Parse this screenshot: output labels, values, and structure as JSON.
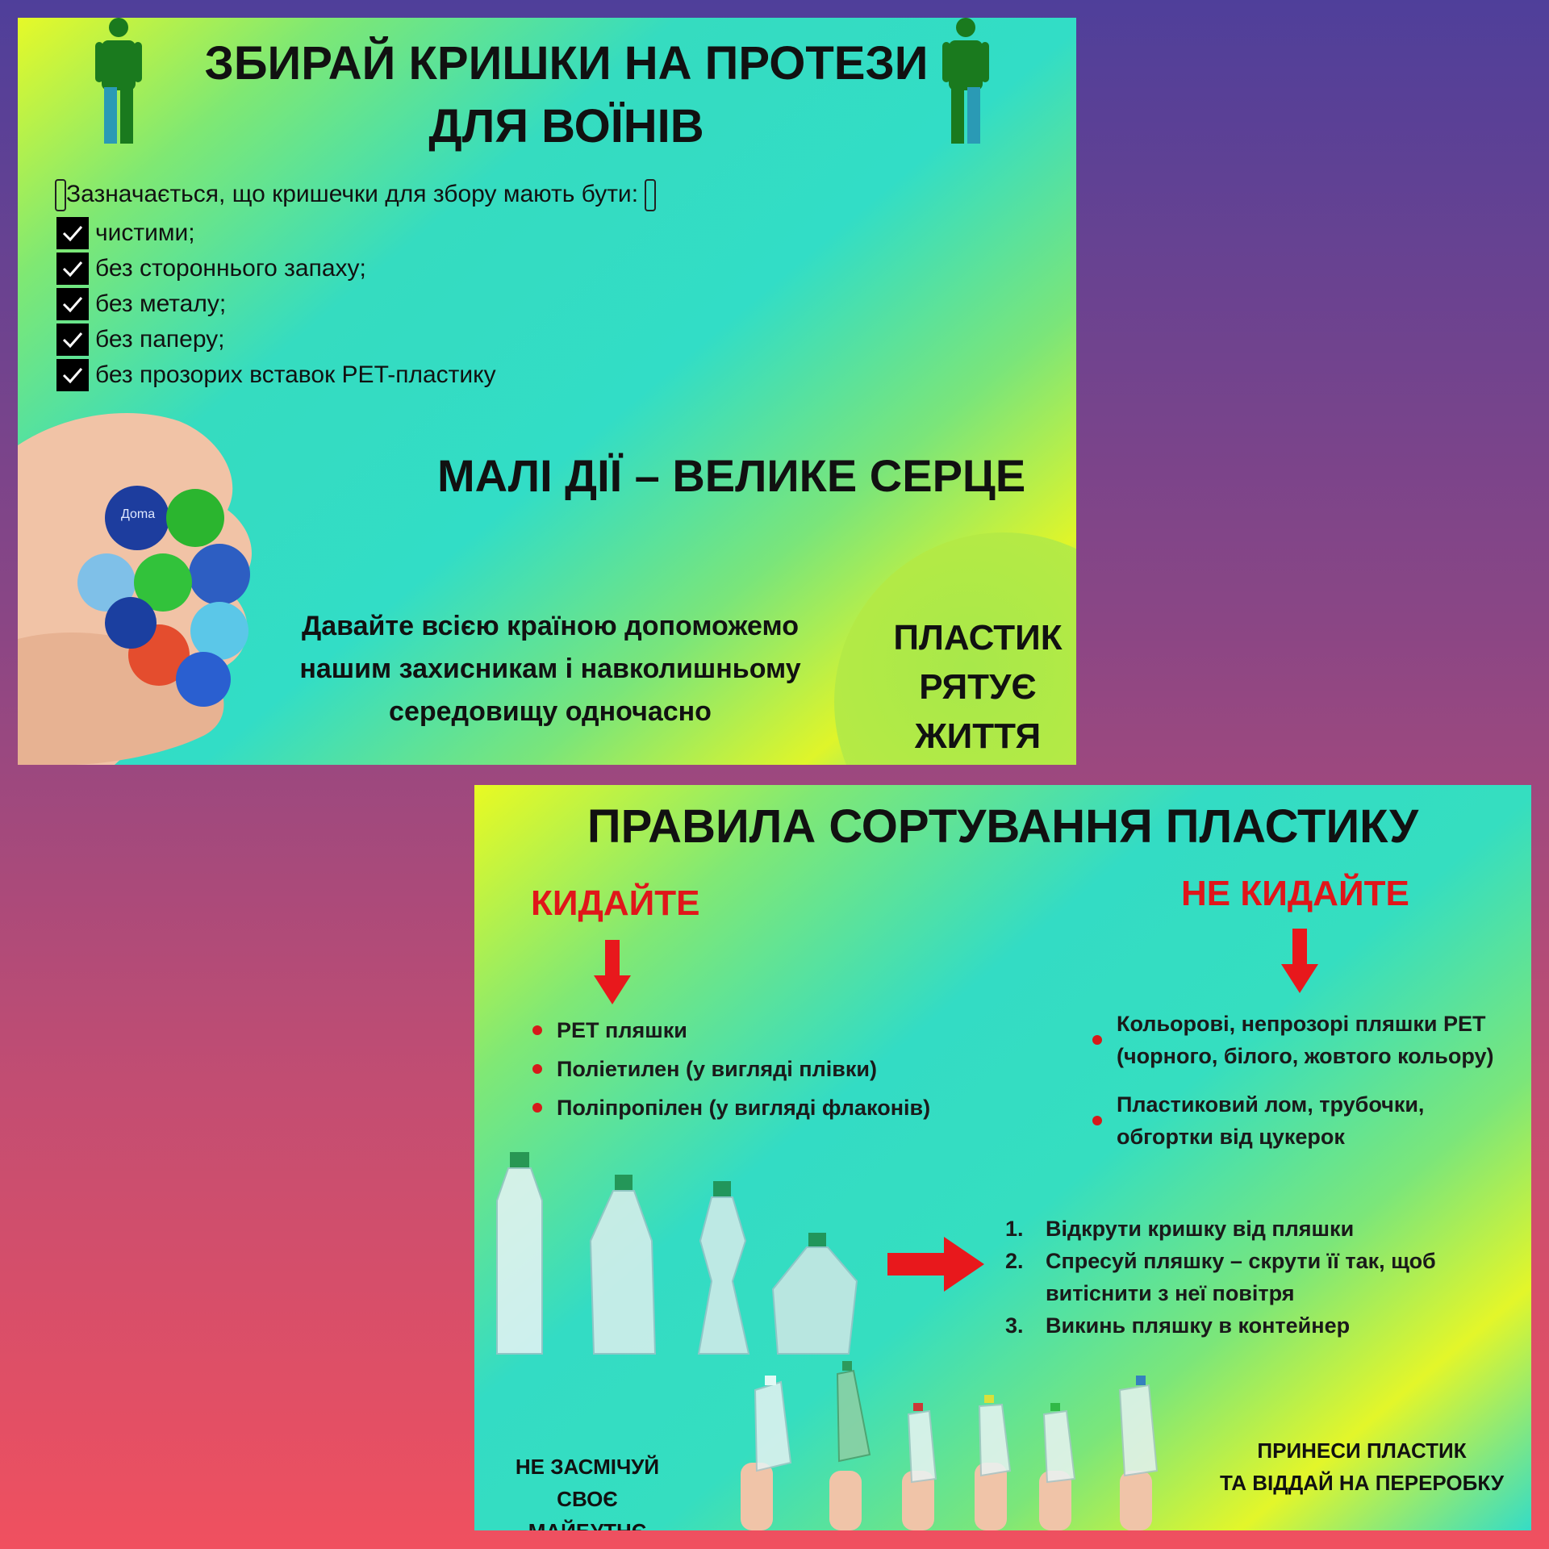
{
  "slide1": {
    "title": "ЗБИРАЙ КРИШКИ НА ПРОТЕЗИ ДЛЯ ВОЇНІВ",
    "intro": "Зазначається, що кришечки для збору мають бути:",
    "requirements": [
      "чистими;",
      "без стороннього запаху;",
      "без металу;",
      "без паперу;",
      "без прозорих вставок PET-пластику"
    ],
    "slogan": "МАЛІ ДІЇ – ВЕЛИКЕ СЕРЦЕ",
    "appeal": "Давайте всією країною допоможемо нашим захисникам і навколишньому середовищу одночасно",
    "plastic_saves": [
      "ПЛАСТИК",
      "РЯТУЄ",
      "ЖИТТЯ"
    ],
    "cap_label": "Доma"
  },
  "slide2": {
    "title": "ПРАВИЛА СОРТУВАННЯ ПЛАСТИКУ",
    "throw_heading": "КИДАЙТЕ",
    "no_throw_heading": "НЕ КИДАЙТЕ",
    "throw_items": [
      "PET пляшки",
      "Поліетилен (у вигляді плівки)",
      "Поліпропілен (у вигляді флаконів)"
    ],
    "no_throw_items": [
      [
        "Кольорові, непрозорі пляшки PET",
        "(чорного, білого, жовтого кольору)"
      ],
      [
        "Пластиковий лом, трубочки,",
        "обгортки від цукерок"
      ]
    ],
    "steps": [
      {
        "num": "1.",
        "text": "Відкрути кришку від пляшки"
      },
      {
        "num": "2.",
        "text": "Спресуй пляшку – скрути її так, щоб витіснити з неї повітря"
      },
      {
        "num": "3.",
        "text": "Викинь пляшку в контейнер"
      }
    ],
    "bottom_left": [
      "НЕ ЗАСМІЧУЙ",
      "СВОЄ МАЙБУТНЄ"
    ],
    "bottom_right": [
      "ПРИНЕСИ ПЛАСТИК",
      "ТА ВІДДАЙ НА ПЕРЕРОБКУ"
    ]
  },
  "colors": {
    "accent_red": "#e0161a",
    "person_green": "#1a7a1e"
  }
}
